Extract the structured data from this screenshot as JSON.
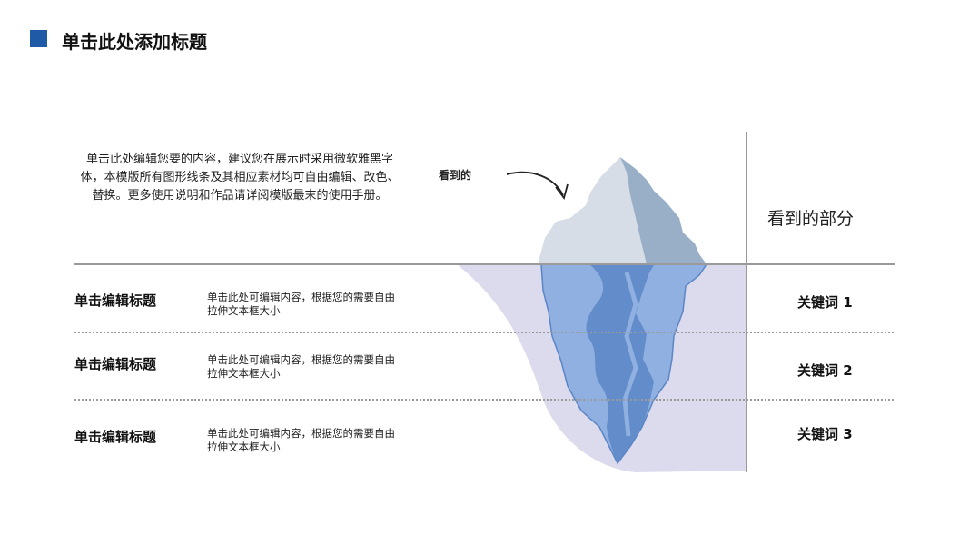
{
  "header": {
    "title": "单击此处添加标题"
  },
  "intro": {
    "text": "单击此处编辑您要的内容，建议您在展示时采用微软雅黑字体，本模版所有图形线条及其相应素材均可自由编辑、改色、替换。更多使用说明和作品请详阅模版最末的使用手册。"
  },
  "iceberg": {
    "seen_label": "看到的"
  },
  "section": {
    "heading": "看到的部分"
  },
  "rows": [
    {
      "title": "单击编辑标题",
      "desc": "单击此处可编辑内容，根据您的需要自由拉伸文本框大小",
      "keyword": "关键词 1"
    },
    {
      "title": "单击编辑标题",
      "desc": "单击此处可编辑内容，根据您的需要自由拉伸文本框大小",
      "keyword": "关键词 2"
    },
    {
      "title": "单击编辑标题",
      "desc": "单击此处可编辑内容，根据您的需要自由拉伸文本框大小",
      "keyword": "关键词 3"
    }
  ],
  "colors": {
    "accent": "#1f5aa6",
    "water": "#dcdaed",
    "ice_top_light": "#d6dde6",
    "ice_top_shadow": "#99afc8",
    "ice_bottom_light": "#8fb0e0",
    "ice_bottom_dark": "#5b86c5"
  }
}
